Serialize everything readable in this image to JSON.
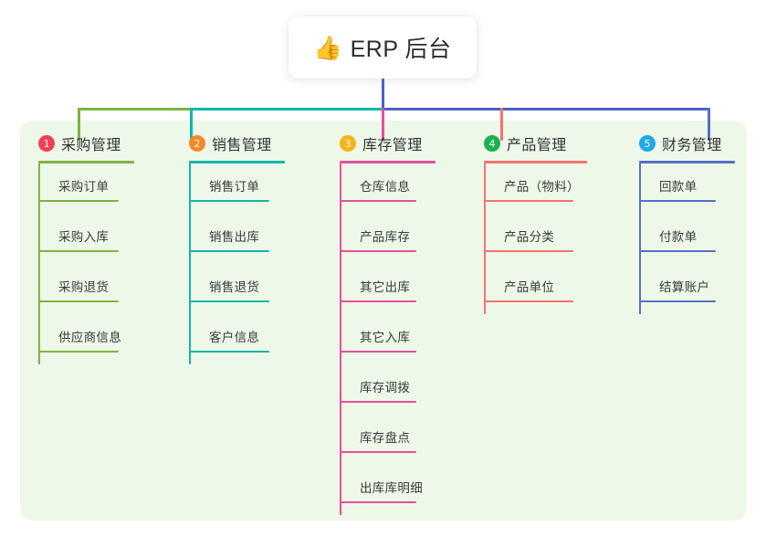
{
  "root": {
    "icon": "thumbs-up-icon",
    "emoji": "👍",
    "title": "ERP 后台"
  },
  "panel": {
    "background": "#eef8e8"
  },
  "connector": {
    "stem_color": "#4f5fc4",
    "bus_segments": [
      {
        "color": "#7cb342"
      },
      {
        "color": "#12b5ab"
      },
      {
        "color": "#4f5fc4"
      }
    ]
  },
  "columns": [
    {
      "number": "1",
      "title": "采购管理",
      "badge_color": "#ef4058",
      "line_color": "#7cb342",
      "drop_color": "#7cb342",
      "items": [
        {
          "label": "采购订单"
        },
        {
          "label": "采购入库"
        },
        {
          "label": "采购退货"
        },
        {
          "label": "供应商信息"
        }
      ]
    },
    {
      "number": "2",
      "title": "销售管理",
      "badge_color": "#f68a27",
      "line_color": "#12b5ab",
      "drop_color": "#12b5ab",
      "items": [
        {
          "label": "销售订单"
        },
        {
          "label": "销售出库"
        },
        {
          "label": "销售退货"
        },
        {
          "label": "客户信息"
        }
      ]
    },
    {
      "number": "3",
      "title": "库存管理",
      "badge_color": "#fbb215",
      "line_color": "#e4509f",
      "drop_color": "#e4509f",
      "items": [
        {
          "label": "仓库信息"
        },
        {
          "label": "产品库存"
        },
        {
          "label": "其它出库"
        },
        {
          "label": "其它入库"
        },
        {
          "label": "库存调拨"
        },
        {
          "label": "库存盘点"
        },
        {
          "label": "出库库明细"
        }
      ]
    },
    {
      "number": "4",
      "title": "产品管理",
      "badge_color": "#1eb14f",
      "line_color": "#f4736e",
      "drop_color": "#f4736e",
      "items": [
        {
          "label": "产品（物料）"
        },
        {
          "label": "产品分类"
        },
        {
          "label": "产品单位"
        }
      ]
    },
    {
      "number": "5",
      "title": "财务管理",
      "badge_color": "#20a8e8",
      "line_color": "#5570c6",
      "drop_color": "#5570c6",
      "items": [
        {
          "label": "回款单"
        },
        {
          "label": "付款单"
        },
        {
          "label": "结算账户"
        }
      ]
    }
  ]
}
